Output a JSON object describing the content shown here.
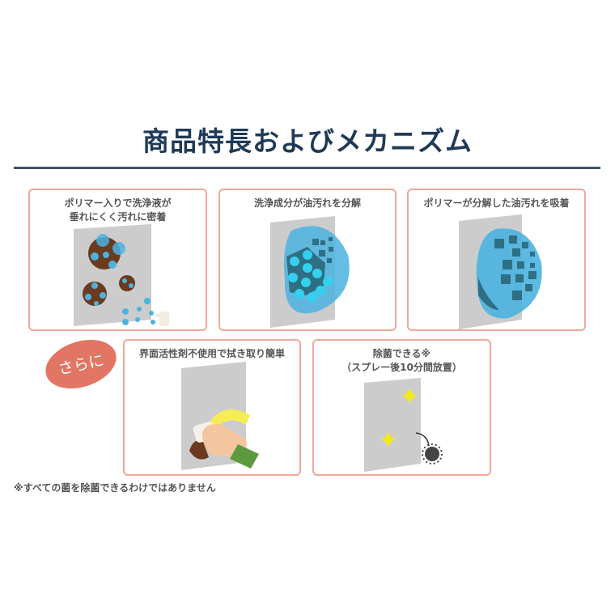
{
  "header": {
    "title": "商品特長およびメカニズム"
  },
  "cards": [
    {
      "caption_lines": [
        "ポリマー入りで洗浄液が",
        "垂れにくく汚れに密着"
      ],
      "illustration": "spray-adhesion"
    },
    {
      "caption_lines": [
        "洗浄成分が油汚れを分解"
      ],
      "illustration": "decompose-oil"
    },
    {
      "caption_lines": [
        "ポリマーが分解した油汚れを吸着"
      ],
      "illustration": "absorb-oil"
    },
    {
      "caption_lines": [
        "界面活性剤不使用で拭き取り簡単"
      ],
      "illustration": "wipe-hand"
    },
    {
      "caption_lines": [
        "除菌できる※",
        "（スプレー後10分間放置）"
      ],
      "illustration": "sanitize-sparkle"
    }
  ],
  "badge": {
    "label": "さらに"
  },
  "footnote": "※すべての菌を除菌できるわけではありません",
  "colors": {
    "title": "#1f3a57",
    "border": "#f0a898",
    "badge": "#e27563",
    "dirt": "#6b3a1f",
    "liquid": "#4bb3e0",
    "panel": "#cccccc"
  }
}
